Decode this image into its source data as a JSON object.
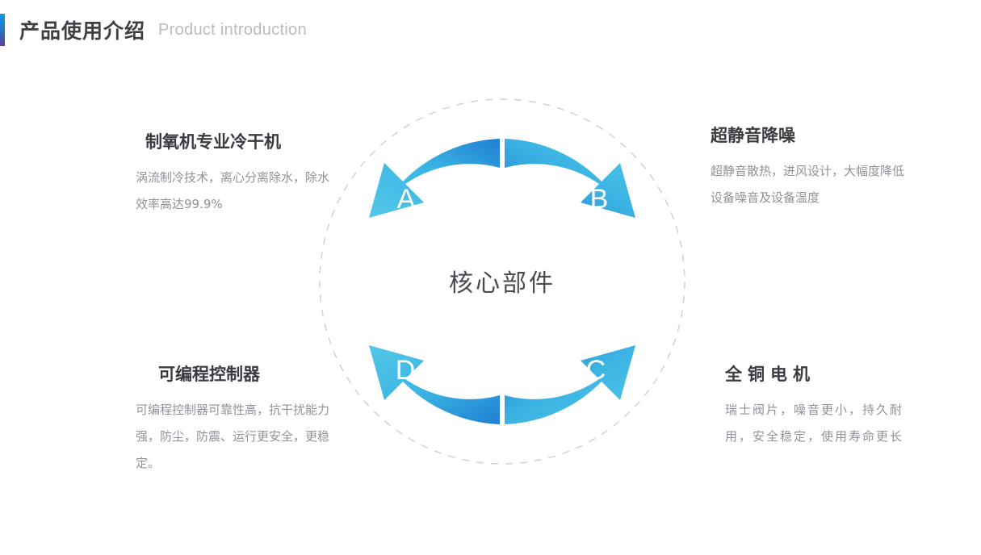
{
  "header": {
    "title_cn": "产品使用介绍",
    "title_en": "Product introduction",
    "accent_gradient_from": "#0a9ae8",
    "accent_gradient_to": "#5b3d9e"
  },
  "diagram": {
    "center_label": "核心部件",
    "segments": [
      {
        "letter": "A",
        "position": "top-left"
      },
      {
        "letter": "B",
        "position": "top-right"
      },
      {
        "letter": "C",
        "position": "bottom-right"
      },
      {
        "letter": "D",
        "position": "bottom-left"
      }
    ],
    "ring_color_light": "#4dc4e4",
    "ring_color_dark": "#1f7fd0",
    "dashed_circle_color": "#cccccc"
  },
  "features": [
    {
      "key": "a",
      "letter": "A",
      "title": "制氧机专业冷干机",
      "body": "涡流制冷技术，离心分离除水，除水效率高达99.9%"
    },
    {
      "key": "b",
      "letter": "B",
      "title": "超静音降噪",
      "body": "超静音散热，进风设计，大幅度降低设备噪音及设备温度"
    },
    {
      "key": "c",
      "letter": "C",
      "title": "全铜电机",
      "body": "瑞士阀片，噪音更小，持久耐用，安全稳定，使用寿命更长"
    },
    {
      "key": "d",
      "letter": "D",
      "title": "可编程控制器",
      "body": "可编程控制器可靠性高，抗干扰能力强，防尘，防震、运行更安全，更稳定。"
    }
  ]
}
